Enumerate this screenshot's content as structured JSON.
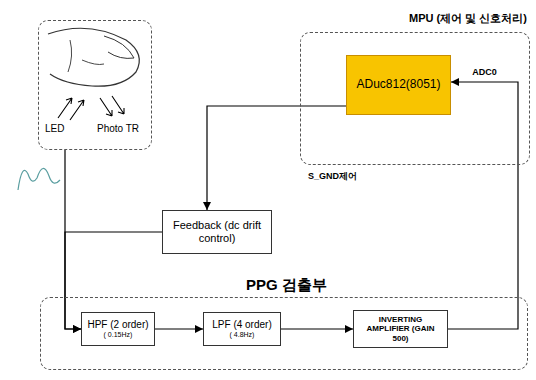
{
  "diagram": {
    "nodes": [
      {
        "text": [
          "LED",
          "Photo TR"
        ]
      },
      {
        "text": [
          "MPU (제어 및 신호처리)"
        ]
      },
      {
        "text": [
          "ADuc812(8051)"
        ],
        "in": 1
      },
      {
        "text": [
          "Feedback (dc drift control)"
        ]
      },
      {
        "text": [
          "PPG 검출부"
        ]
      },
      {
        "text": [
          "HPF (2 order)",
          "( 0.15Hz)"
        ],
        "in": 4
      },
      {
        "text": [
          "LPF (4 order)",
          "( 4.8Hz)"
        ],
        "in": 4
      },
      {
        "text": [
          "INVERTING AMPLIFIER (GAIN 500)"
        ],
        "in": 4
      }
    ],
    "edges": [
      {
        "from": 0,
        "to": 5,
        "arrow": "to"
      },
      {
        "from": 3,
        "to": 5,
        "arrow": "to"
      },
      {
        "from": 2,
        "to": 3,
        "arrow": "to"
      },
      {
        "from": 5,
        "to": 6,
        "arrow": "to"
      },
      {
        "from": 6,
        "to": 7,
        "arrow": "to"
      },
      {
        "from": 7,
        "to": 2,
        "label": "ADC0",
        "arrow": "to"
      }
    ],
    "labels": [
      "S_GND제어"
    ]
  }
}
